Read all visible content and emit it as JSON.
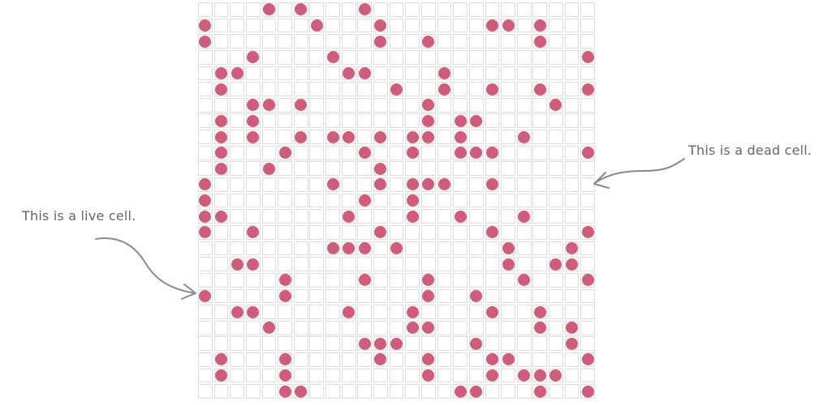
{
  "annotations": {
    "dead_cell": "This is a dead cell.",
    "live_cell": "This is a live cell."
  },
  "colors": {
    "live_cell": "#cf5c7a",
    "cell_border": "#dedede",
    "annotation_text": "#666666",
    "arrow": "#8a8a8a"
  },
  "grid": {
    "rows": 25,
    "cols": 25,
    "cells": [
      "....#.#...#..............",
      "#......#...#......##.#...",
      "#..........#..#......#...",
      "...#....#...............#",
      ".##......##....#.........",
      ".#..........#..#..#..#..#",
      "...##.#.......#.......#..",
      ".#.#..........#.##.......",
      ".#.#..#.##.#.##.#...#....",
      ".#...#....#..#..###.....#",
      ".#..#......#.............",
      "#.......#..#.###..#......",
      "#.........#..#...........",
      "##.......#...#..#...#....",
      "#..#.......#......#.....#",
      "........###.#......#...#.",
      "..##...............#..##.",
      ".....#....#...#.....#...#",
      "#....#........#..#.......",
      "..##.....#...#....#..#...",
      "....#........##......#.#.",
      "..........###....#.....#.",
      ".#...#.....#..#...##....#",
      ".#...#........#...#.###..",
      ".....##.........##...#..#"
    ]
  }
}
